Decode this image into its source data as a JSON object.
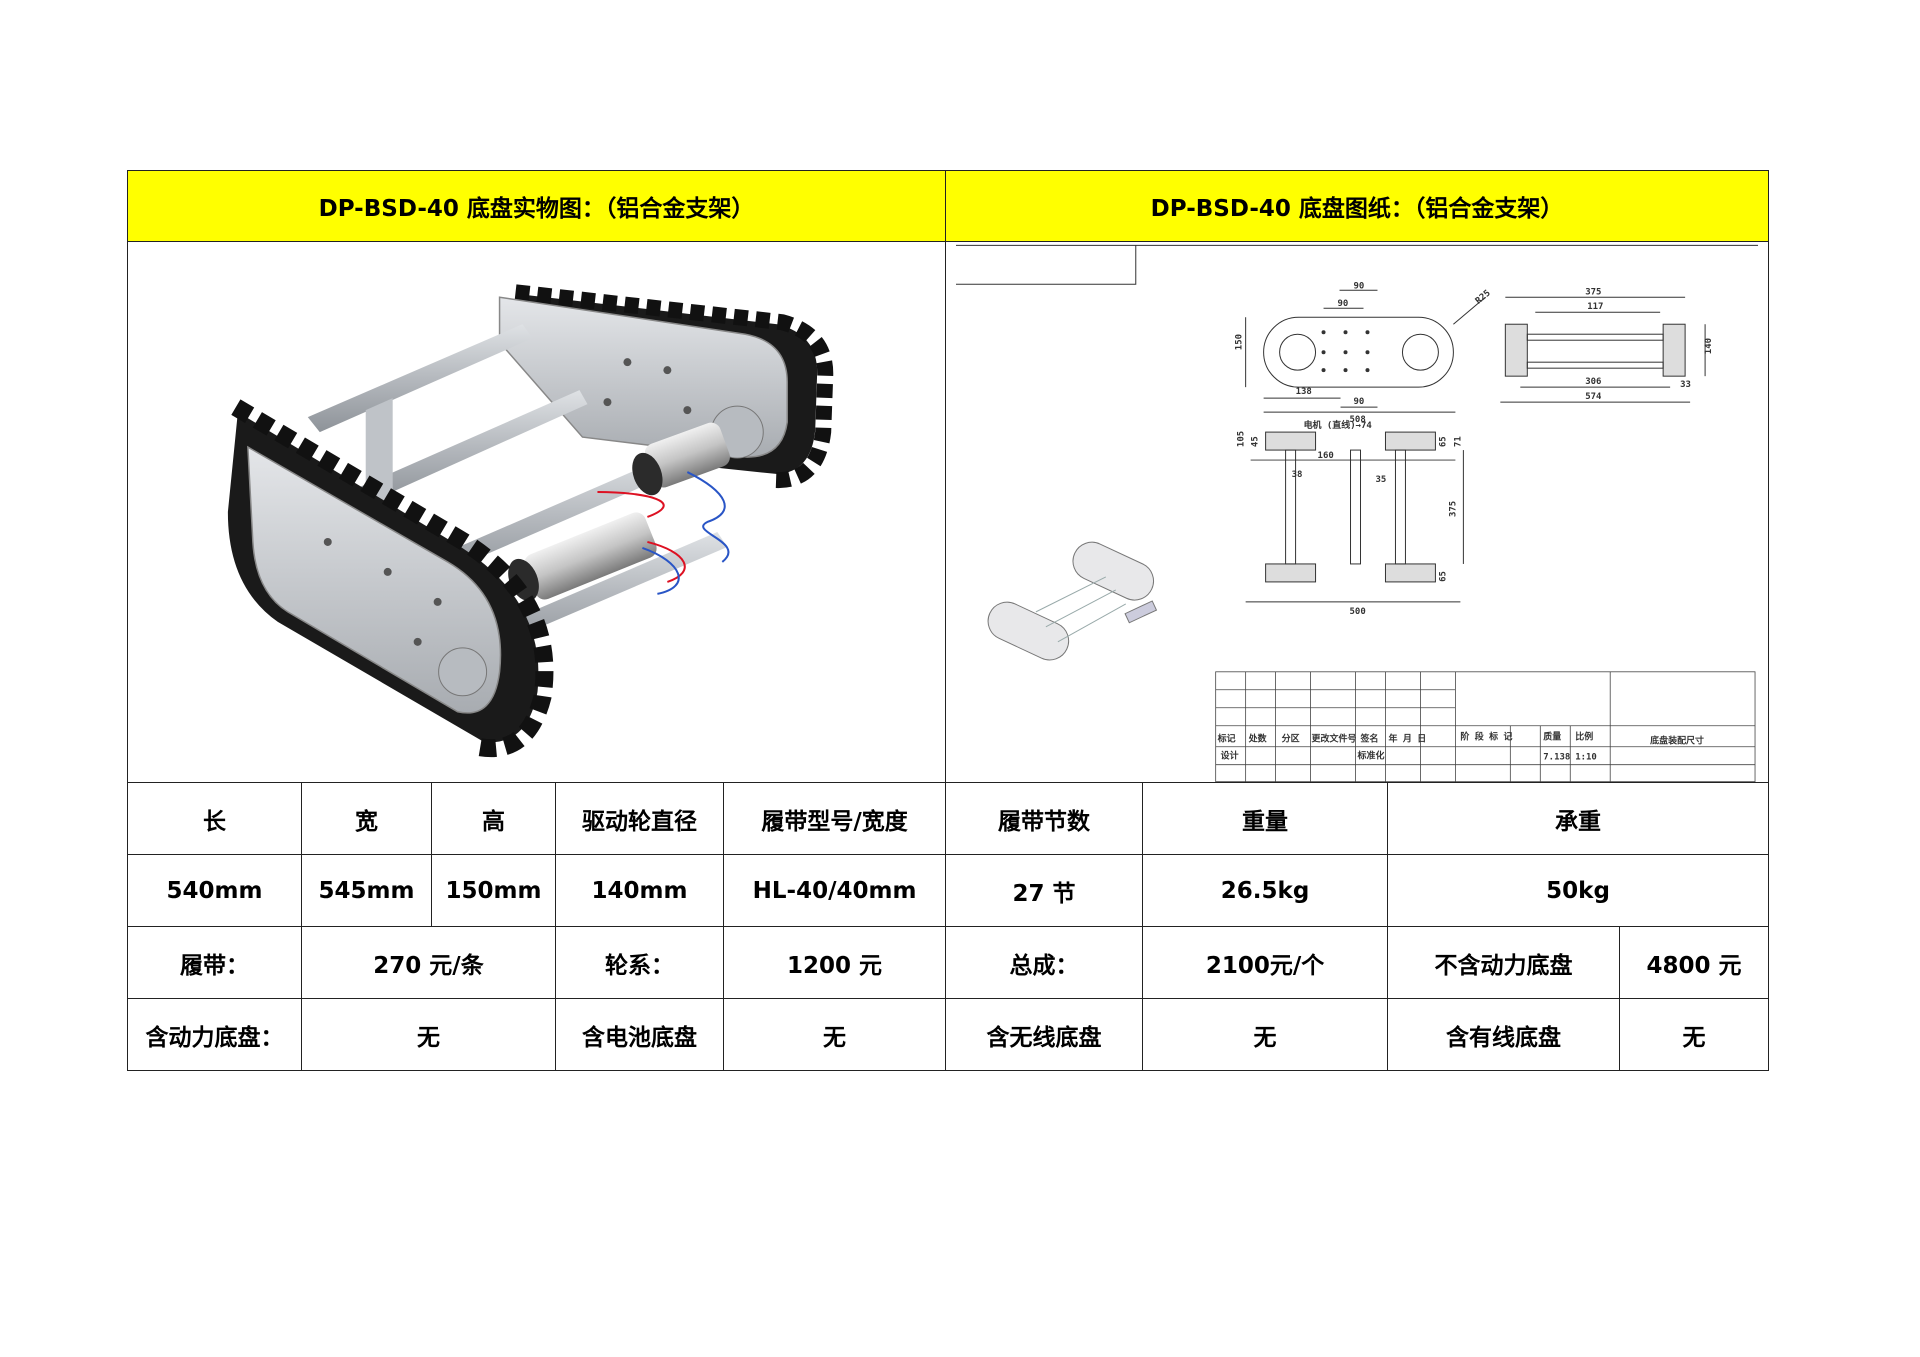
{
  "headers": {
    "photo_title": "DP-BSD-40 底盘实物图：（铝合金支架）",
    "drawing_title": "DP-BSD-40 底盘图纸：（铝合金支架）"
  },
  "drawing": {
    "dims": {
      "d90_top": "90",
      "d90_mid": "90",
      "d90_bot": "90",
      "r25": "R25",
      "h150": "150",
      "d138": "138",
      "d508": "508",
      "d375a": "375",
      "d117": "117",
      "d306": "306",
      "d574": "574",
      "d33": "33",
      "v140": "140",
      "motor": "电机 (直线)→74",
      "d105": "105",
      "d45": "45",
      "d160": "160",
      "d38": "38",
      "d35": "35",
      "d65a": "65",
      "d71": "71",
      "v375": "375",
      "d65b": "65",
      "d500": "500"
    },
    "title_block": {
      "row_labels": [
        "标记",
        "处数",
        "分区",
        "更改文件号",
        "签名",
        "年 月 日"
      ],
      "design": "设计",
      "standard": "标准化",
      "stage": "阶 段 标 记",
      "weight_label": "质量",
      "ratio_label": "比例",
      "weight_value": "7.138",
      "ratio_value": "1:10",
      "drawing_name": "底盘装配尺寸"
    }
  },
  "specs": {
    "headers": [
      "长",
      "宽",
      "高",
      "驱动轮直径",
      "履带型号/宽度",
      "履带节数",
      "重量",
      "承重"
    ],
    "values": [
      "540mm",
      "545mm",
      "150mm",
      "140mm",
      "HL-40/40mm",
      "27 节",
      "26.5kg",
      "50kg"
    ]
  },
  "prices": {
    "track_label": "履带：",
    "track_value": "270 元/条",
    "wheel_label": "轮系：",
    "wheel_value": "1200 元",
    "assembly_label": "总成：",
    "assembly_value": "2100元/个",
    "no_power_label": "不含动力底盘",
    "no_power_value": "4800 元"
  },
  "options": {
    "power_label": "含动力底盘：",
    "power_value": "无",
    "battery_label": "含电池底盘",
    "battery_value": "无",
    "wireless_label": "含无线底盘",
    "wireless_value": "无",
    "wired_label": "含有线底盘",
    "wired_value": "无"
  },
  "colors": {
    "header_bg": "#ffff00",
    "aluminum": "#c9ccd0",
    "track": "#1a1a1a"
  }
}
